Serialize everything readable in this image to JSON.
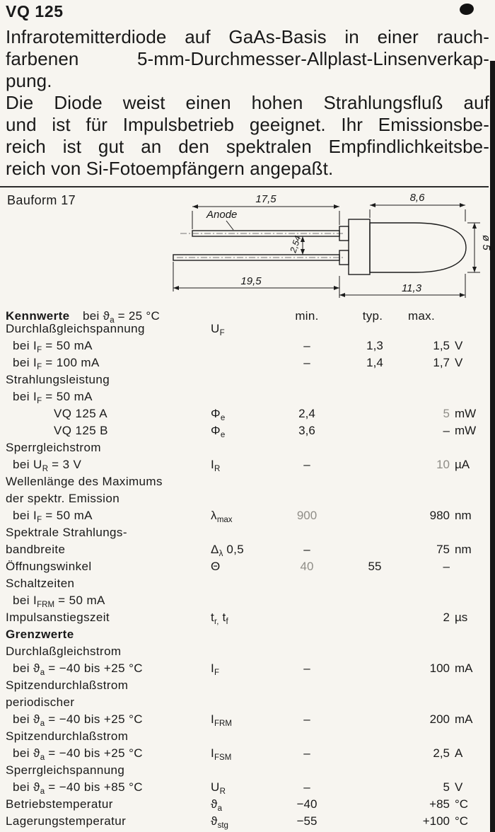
{
  "page_title": "VQ 125",
  "intro": {
    "lines": [
      {
        "x": "Infrarotemitterdiode auf GaAs-Basis in einer rauch-",
        "j": 1
      },
      {
        "x": "farbenen 5-mm-Durchmesser-Allplast-Linsenverkap-",
        "j": 1
      },
      {
        "x": "pung.",
        "j": 0
      },
      {
        "x": "Die Diode weist einen hohen Strahlungsfluß auf",
        "j": 1
      },
      {
        "x": "und ist für Impulsbetrieb geeignet. Ihr Emissionsbe-",
        "j": 1
      },
      {
        "x": "reich ist gut an den spektralen Empfindlichkeitsbe-",
        "j": 1
      },
      {
        "x": "reich von Si-Fotoempfängern angepaßt.",
        "j": 0
      }
    ]
  },
  "drawing": {
    "bauform_label": "Bauform 17",
    "anode_label": "Anode",
    "dim_lead_top": "17,5",
    "dim_dome_top": "8,6",
    "dim_lead_pitch": "2,54",
    "dim_lead_bottom": "19,5",
    "dim_body_bottom": "11,3",
    "dim_diameter": "ø 5"
  },
  "table": {
    "header": {
      "kennwerte": "Kennwerte",
      "condition": [
        {
          "x": "bei ϑ"
        },
        {
          "x": "a",
          "s": 1
        },
        {
          "x": " = 25 °C"
        }
      ],
      "min": "min.",
      "typ": "typ.",
      "max": "max."
    },
    "rows": [
      {
        "param": [
          {
            "x": "Durchlaßgleichspannung"
          }
        ],
        "sym": [
          {
            "x": "U"
          },
          {
            "x": "F",
            "s": 1
          }
        ]
      },
      {
        "param": [
          {
            "x": "bei I"
          },
          {
            "x": "F",
            "s": 1
          },
          {
            "x": " = 50 mA"
          }
        ],
        "i": 1,
        "min": "–",
        "typ": "1,3",
        "max": "1,5",
        "unit": "V"
      },
      {
        "param": [
          {
            "x": "bei I"
          },
          {
            "x": "F",
            "s": 1
          },
          {
            "x": " = 100 mA"
          }
        ],
        "i": 1,
        "min": "–",
        "typ": "1,4",
        "max": "1,7",
        "unit": "V"
      },
      {
        "param": [
          {
            "x": "Strahlungsleistung"
          }
        ]
      },
      {
        "param": [
          {
            "x": "bei I"
          },
          {
            "x": "F",
            "s": 1
          },
          {
            "x": " = 50 mA"
          }
        ],
        "i": 1
      },
      {
        "param": [
          {
            "x": "VQ 125 A"
          }
        ],
        "i": 2,
        "sym": [
          {
            "x": "Φ"
          },
          {
            "x": "e",
            "s": 1
          }
        ],
        "min": "2,4",
        "max": "5",
        "unit": "mW",
        "fmax": 1
      },
      {
        "param": [
          {
            "x": "VQ 125 B"
          }
        ],
        "i": 2,
        "sym": [
          {
            "x": "Φ"
          },
          {
            "x": "e",
            "s": 1
          }
        ],
        "min": "3,6",
        "max": "–",
        "unit": "mW"
      },
      {
        "param": [
          {
            "x": "Sperrgleichstrom"
          }
        ]
      },
      {
        "param": [
          {
            "x": "bei U"
          },
          {
            "x": "R",
            "s": 1
          },
          {
            "x": " = 3 V"
          }
        ],
        "i": 1,
        "sym": [
          {
            "x": "I"
          },
          {
            "x": "R",
            "s": 1
          }
        ],
        "min": "–",
        "max": "10",
        "unit": "µA",
        "fmax": 1
      },
      {
        "param": [
          {
            "x": "Wellenlänge des Maximums"
          }
        ]
      },
      {
        "param": [
          {
            "x": "der spektr. Emission"
          }
        ]
      },
      {
        "param": [
          {
            "x": "bei I"
          },
          {
            "x": "F",
            "s": 1
          },
          {
            "x": " = 50 mA"
          }
        ],
        "i": 1,
        "sym": [
          {
            "x": "λ"
          },
          {
            "x": "max",
            "s": 1
          }
        ],
        "min": "900",
        "max": "980",
        "unit": "nm",
        "fmin": 1
      },
      {
        "param": [
          {
            "x": "Spektrale Strahlungs-"
          }
        ]
      },
      {
        "param": [
          {
            "x": "bandbreite"
          }
        ],
        "sym": [
          {
            "x": "Δ"
          },
          {
            "x": "λ",
            "s": 1
          },
          {
            "x": " 0,5"
          }
        ],
        "min": "–",
        "max": "75",
        "unit": "nm"
      },
      {
        "param": [
          {
            "x": "Öffnungswinkel"
          }
        ],
        "sym": [
          {
            "x": "Θ"
          }
        ],
        "min": "40",
        "typ": "55",
        "max": "–",
        "fmin": 1
      },
      {
        "param": [
          {
            "x": "Schaltzeiten"
          }
        ]
      },
      {
        "param": [
          {
            "x": "bei I"
          },
          {
            "x": "FRM",
            "s": 1
          },
          {
            "x": " = 50 mA"
          }
        ],
        "i": 1
      },
      {
        "param": [
          {
            "x": "Impulsanstiegszeit"
          }
        ],
        "sym": [
          {
            "x": "t"
          },
          {
            "x": "r,",
            "s": 1
          },
          {
            "x": " t"
          },
          {
            "x": "f",
            "s": 1
          }
        ],
        "max": "2",
        "unit": "µs"
      },
      {
        "param": [
          {
            "x": "Grenzwerte"
          }
        ],
        "b": 1
      },
      {
        "param": [
          {
            "x": "Durchlaßgleichstrom"
          }
        ]
      },
      {
        "param": [
          {
            "x": "bei ϑ"
          },
          {
            "x": "a",
            "s": 1
          },
          {
            "x": " = −40 bis +25 °C"
          }
        ],
        "i": 1,
        "sym": [
          {
            "x": "I"
          },
          {
            "x": "F",
            "s": 1
          }
        ],
        "min": "–",
        "max": "100",
        "unit": "mA"
      },
      {
        "param": [
          {
            "x": "Spitzendurchlaßstrom"
          }
        ]
      },
      {
        "param": [
          {
            "x": "periodischer"
          }
        ]
      },
      {
        "param": [
          {
            "x": "bei ϑ"
          },
          {
            "x": "a",
            "s": 1
          },
          {
            "x": " = −40 bis +25 °C"
          }
        ],
        "i": 1,
        "sym": [
          {
            "x": "I"
          },
          {
            "x": "FRM",
            "s": 1
          }
        ],
        "min": "–",
        "max": "200",
        "unit": "mA"
      },
      {
        "param": [
          {
            "x": "Spitzendurchlaßstrom"
          }
        ]
      },
      {
        "param": [
          {
            "x": "bei ϑ"
          },
          {
            "x": "a",
            "s": 1
          },
          {
            "x": " = −40 bis +25 °C"
          }
        ],
        "i": 1,
        "sym": [
          {
            "x": "I"
          },
          {
            "x": "FSM",
            "s": 1
          }
        ],
        "min": "–",
        "max": "2,5",
        "unit": "A"
      },
      {
        "param": [
          {
            "x": "Sperrgleichspannung"
          }
        ]
      },
      {
        "param": [
          {
            "x": "bei ϑ"
          },
          {
            "x": "a",
            "s": 1
          },
          {
            "x": " = −40 bis +85 °C"
          }
        ],
        "i": 1,
        "sym": [
          {
            "x": "U"
          },
          {
            "x": "R",
            "s": 1
          }
        ],
        "min": "–",
        "max": "5",
        "unit": "V"
      },
      {
        "param": [
          {
            "x": "Betriebstemperatur"
          }
        ],
        "sym": [
          {
            "x": "ϑ"
          },
          {
            "x": "a",
            "s": 1
          }
        ],
        "min": "−40",
        "max": "+85",
        "unit": "°C"
      },
      {
        "param": [
          {
            "x": "Lagerungstemperatur"
          }
        ],
        "sym": [
          {
            "x": "ϑ"
          },
          {
            "x": "stg",
            "s": 1
          }
        ],
        "min": "−55",
        "max": "+100",
        "unit": "°C"
      }
    ]
  }
}
